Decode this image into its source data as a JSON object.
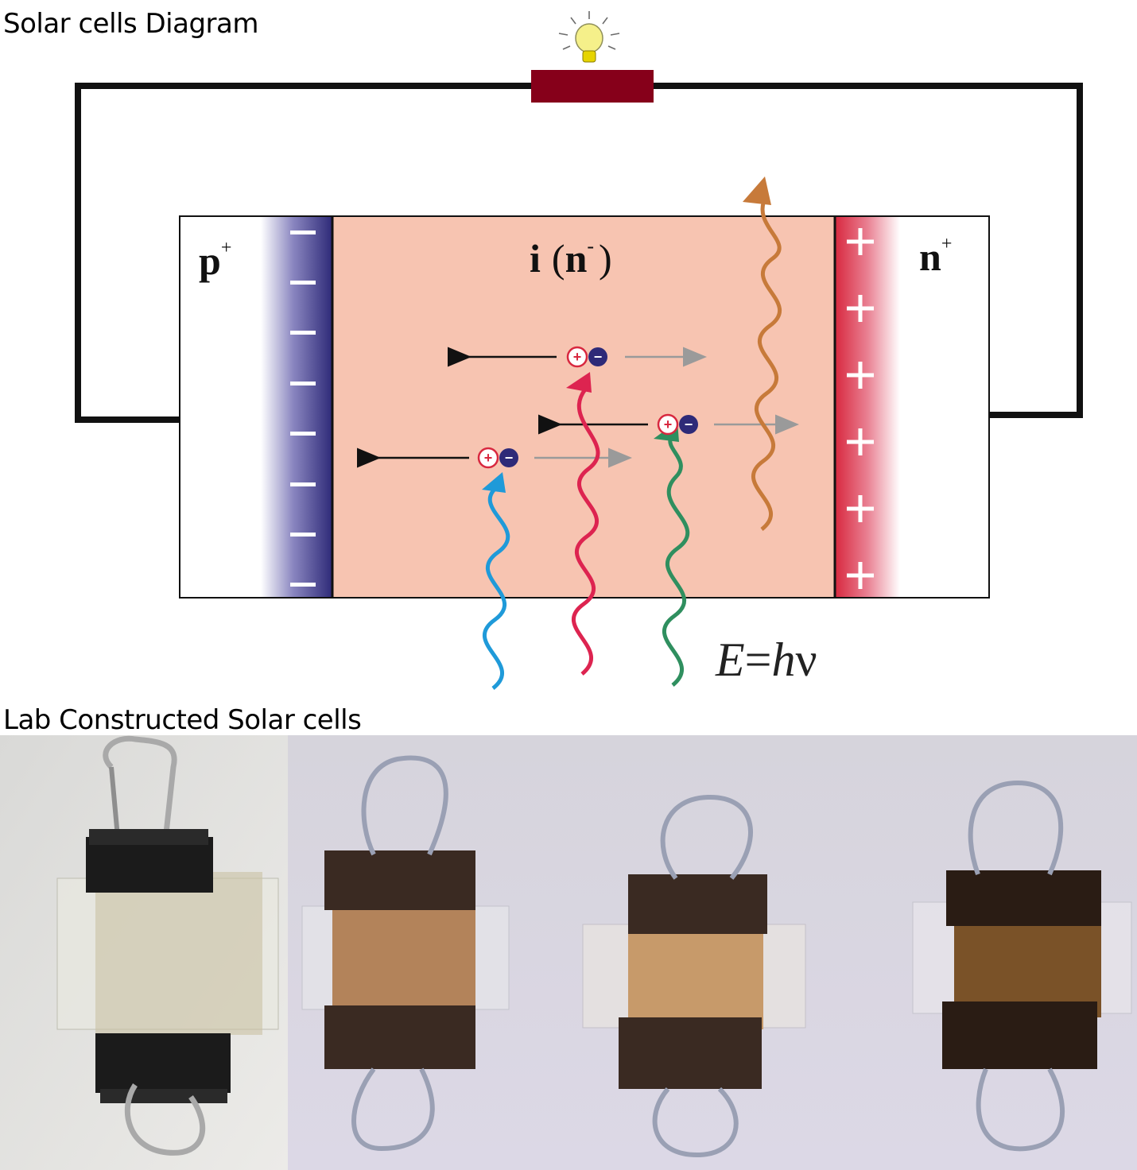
{
  "headings": {
    "diagram": "Solar cells Diagram",
    "photos": "Lab Constructed Solar cells"
  },
  "diagram": {
    "p_region": {
      "letter": "p",
      "sup": "+"
    },
    "i_region": {
      "letter": "i",
      "paren_open": "(",
      "inner": "n",
      "sup": "-",
      "paren_close": ")"
    },
    "n_region": {
      "letter": "n",
      "sup": "+"
    },
    "energy_label": {
      "lhs": "E",
      "eq": "=",
      "h": "h",
      "nu": "ν"
    },
    "minus_sign": "−",
    "plus_sign": "+",
    "hole_symbol": "+",
    "electron_symbol": "−",
    "colors": {
      "wire": "#111111",
      "load": "#86001a",
      "bulb": "#f5f08a",
      "intrinsic": "#f7c4b1",
      "p_depletion": "#2e2a78",
      "n_depletion": "#d8283f",
      "photon_blue": "#1f9ad9",
      "photon_red": "#dd2450",
      "photon_green": "#2f8f5f",
      "photon_orange": "#c77a3a"
    },
    "icons": [
      "light-bulb-icon",
      "electron-hole-pair-icon"
    ]
  },
  "photos": {
    "description_items": [
      "binder-clip-cell-1",
      "binder-clip-cell-2",
      "binder-clip-cell-3",
      "binder-clip-cell-4"
    ]
  }
}
